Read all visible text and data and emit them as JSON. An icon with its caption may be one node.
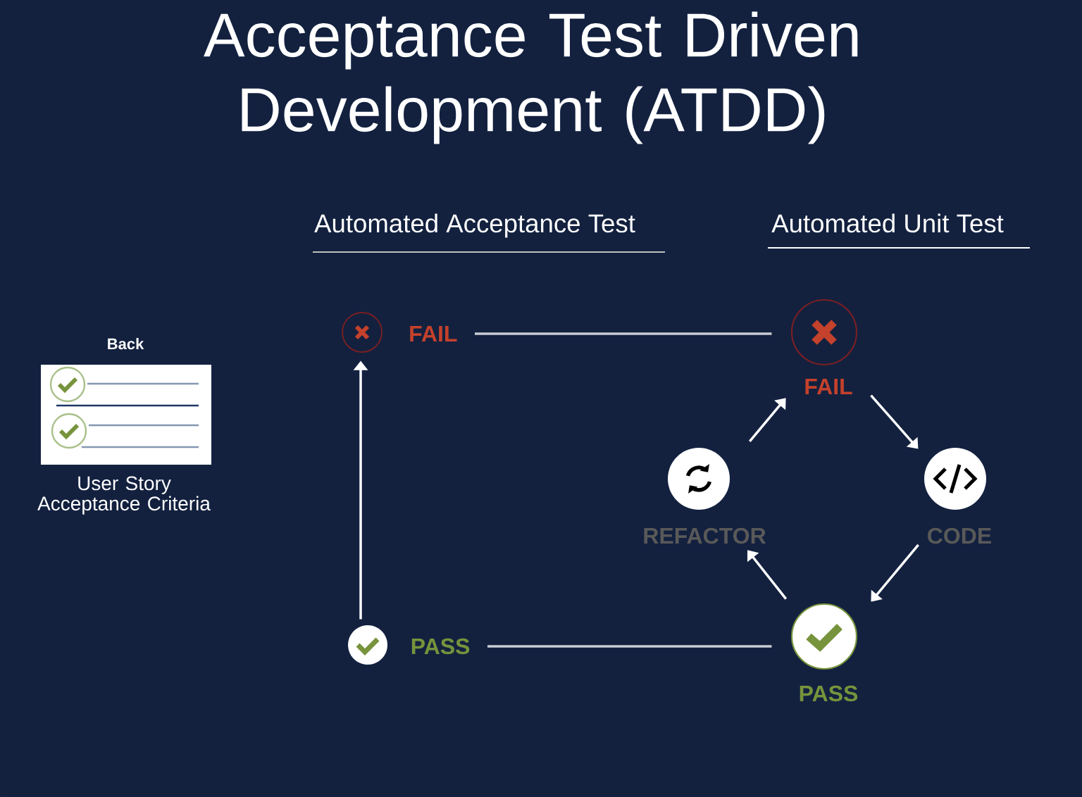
{
  "diagram": {
    "title": "Acceptance Test Driven Development (ATDD)",
    "nodes": [
      {
        "text": [
          "Back"
        ],
        "beside": [
          "User Story Acceptance Criteria"
        ]
      },
      {
        "text": [
          "FAIL"
        ]
      },
      {
        "text": [
          "FAIL"
        ]
      },
      {
        "text": [
          "REFACTOR"
        ]
      },
      {
        "text": [
          "CODE"
        ]
      },
      {
        "text": [
          "PASS"
        ]
      },
      {
        "text": [
          "PASS"
        ]
      }
    ],
    "edges": [
      {
        "from": 1,
        "to": 2,
        "arrow": "none",
        "color": "#c9ccd3"
      },
      {
        "from": 3,
        "to": 2,
        "arrow": "to"
      },
      {
        "from": 2,
        "to": 4,
        "arrow": "to"
      },
      {
        "from": 4,
        "to": 6,
        "arrow": "to"
      },
      {
        "from": 6,
        "to": 3,
        "arrow": "to"
      },
      {
        "from": 5,
        "to": 1,
        "arrow": "to"
      },
      {
        "from": 5,
        "to": 6,
        "arrow": "none",
        "color": "#c9ccd3"
      }
    ],
    "labels": [
      "Automated Acceptance Test",
      "Automated Unit Test"
    ]
  }
}
